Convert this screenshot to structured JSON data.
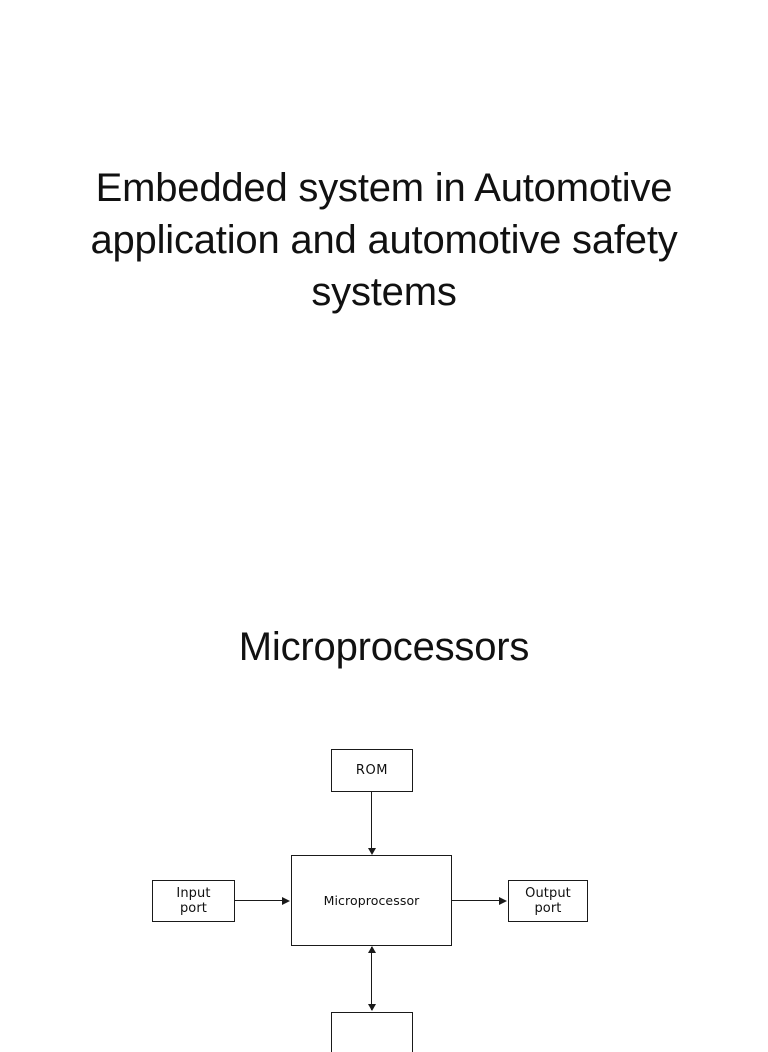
{
  "slide": {
    "background_color": "#ffffff",
    "title": "Embedded system in Automotive\napplication and automotive safety\nsystems",
    "section_heading": "Microprocessors"
  },
  "diagram": {
    "name": "microprocessor-block-diagram",
    "stroke_color": "#1a1a1a",
    "fill_color": "#ffffff",
    "nodes": [
      {
        "id": "rom",
        "label": "ROM"
      },
      {
        "id": "cpu",
        "label": "Microprocessor"
      },
      {
        "id": "input",
        "label": "Input\nport"
      },
      {
        "id": "output",
        "label": "Output\nport"
      },
      {
        "id": "bottom",
        "label": ""
      }
    ],
    "connectors": [
      {
        "from": "rom",
        "to": "cpu",
        "direction": "down",
        "arrowheads": 1
      },
      {
        "from": "input",
        "to": "cpu",
        "direction": "right",
        "arrowheads": 1
      },
      {
        "from": "cpu",
        "to": "output",
        "direction": "right",
        "arrowheads": 1
      },
      {
        "from": "cpu",
        "to": "bottom",
        "direction": "both",
        "arrowheads": 2
      }
    ]
  }
}
